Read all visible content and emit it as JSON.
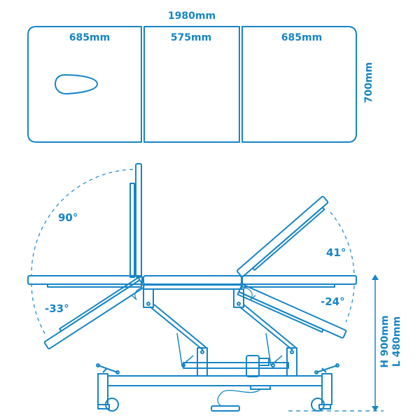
{
  "colors": {
    "line": "#1685c6",
    "background": "#ffffff"
  },
  "top_view": {
    "total_length": "1980mm",
    "width": "700mm",
    "sections": [
      {
        "label": "685mm",
        "has_face_hole": true
      },
      {
        "label": "575mm",
        "has_face_hole": false
      },
      {
        "label": "685mm",
        "has_face_hole": false
      }
    ]
  },
  "side_view": {
    "angles": {
      "head_up": "90°",
      "head_down": "-33°",
      "foot_up": "41°",
      "foot_down": "-24°"
    },
    "height_range": {
      "max": "H 900mm",
      "min": "L 480mm"
    }
  }
}
